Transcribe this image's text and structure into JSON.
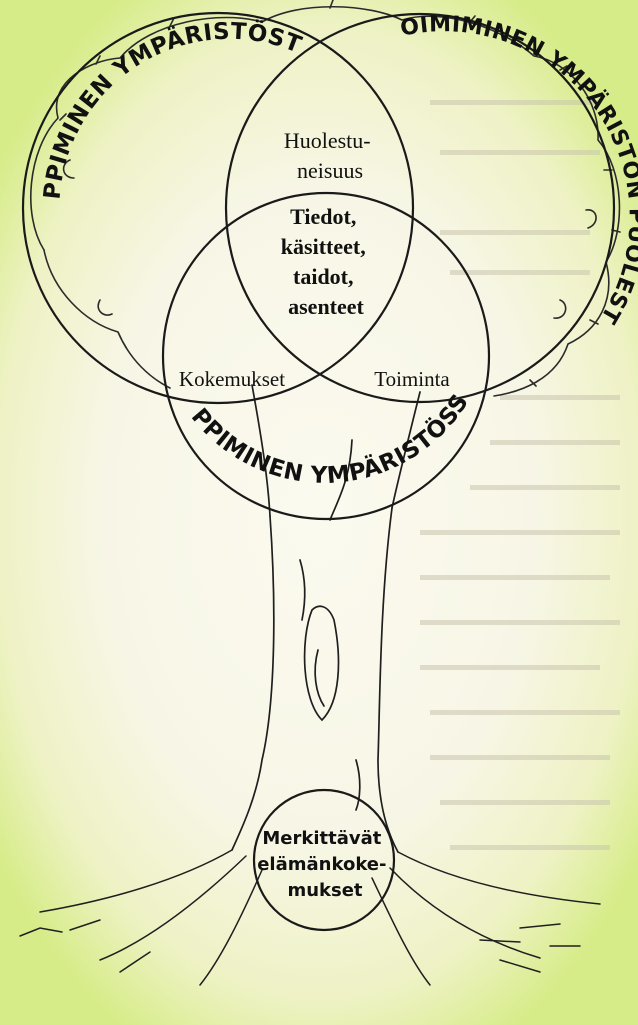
{
  "diagram": {
    "arcs": {
      "left_circle": "OPPIMINEN YMPÄRISTÖSTÄ",
      "right_circle": "TOIMIMINEN YMPÄRISTÖN PUOLESTA",
      "bottom_circle": "OPPIMINEN YMPÄRISTÖSSÄ"
    },
    "overlap_top": [
      "Huolestu-",
      "neisuus"
    ],
    "center": [
      "Tiedot,",
      "käsitteet,",
      "taidot,",
      "asenteet"
    ],
    "overlap_left": "Kokemukset",
    "overlap_right": "Toiminta",
    "root_circle": [
      "Merkittävät",
      "elämänkoke-",
      "mukset"
    ]
  },
  "colors": {
    "ink": "#222222",
    "paper": "#f7f6e6",
    "edge_glow": "#d6ec88"
  }
}
